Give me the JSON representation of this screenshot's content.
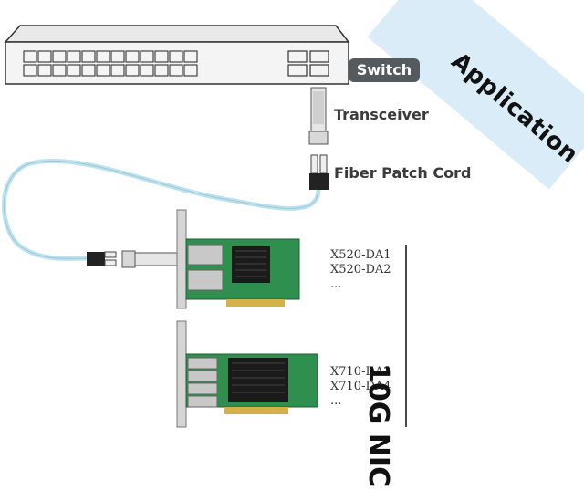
{
  "corner_banner": {
    "text": "Application"
  },
  "labels": {
    "switch": "Switch",
    "transceiver": "Transceiver",
    "patch_cord": "Fiber Patch Cord"
  },
  "nic_group": {
    "title": "10G NIC",
    "card1_models": [
      "X520-DA1",
      "X520-DA2",
      "..."
    ],
    "card2_models": [
      "X710-DA2",
      "X710-DA4",
      "..."
    ]
  },
  "colors": {
    "banner": "#d9ecf7",
    "switch_pill": "#555a5e",
    "pcb_green": "#2f8f4e",
    "cable": "#bfe3ee"
  },
  "icons": [
    "network-switch-icon",
    "sfp-transceiver-icon",
    "lc-connector-icon",
    "nic-card-icon"
  ]
}
